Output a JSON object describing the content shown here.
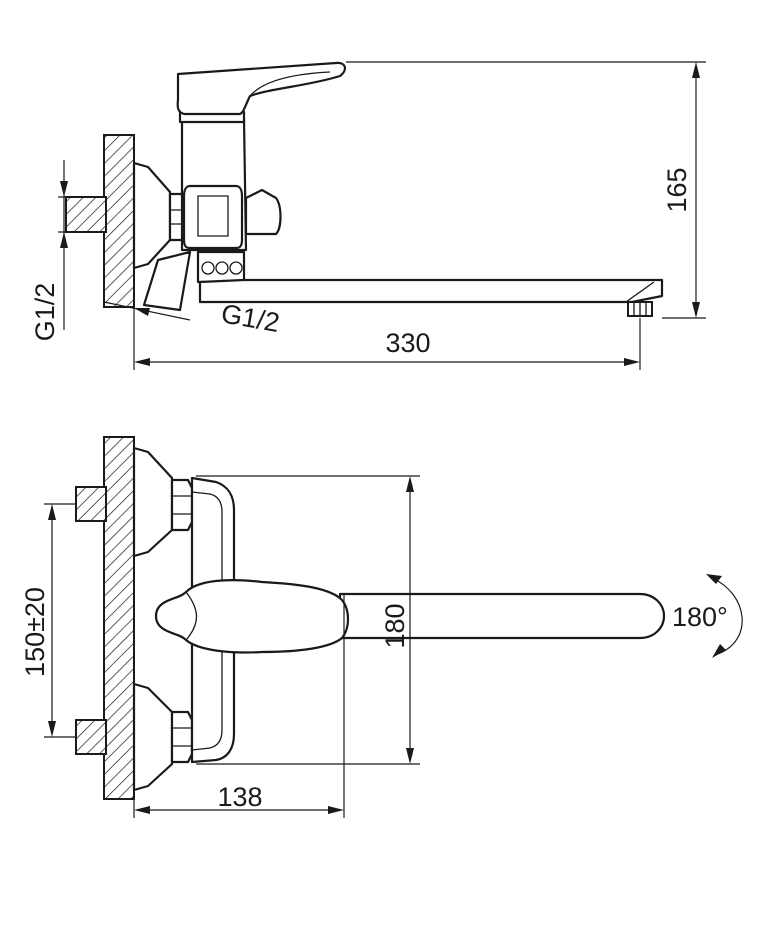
{
  "side_view": {
    "height_label": "165",
    "length_label": "330",
    "thread_vertical_label": "G1/2",
    "thread_angled_label": "G1/2"
  },
  "top_view": {
    "spacing_label": "150±20",
    "width_label": "180",
    "depth_label": "138",
    "rotation_label": "180°"
  }
}
